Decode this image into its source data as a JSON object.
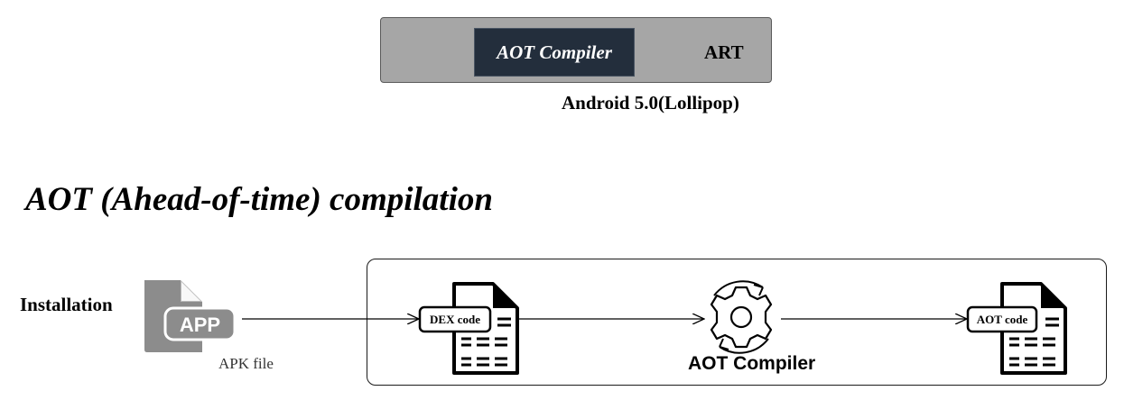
{
  "top": {
    "art_label": "ART",
    "aot_compiler_label": "AOT Compiler",
    "android_version": "Android 5.0(Lollipop)"
  },
  "section": {
    "title": "AOT (Ahead-of-time) compilation"
  },
  "flow": {
    "stage_label": "Installation",
    "apk_icon_text": "APP",
    "apk_caption": "APK file",
    "dex_label": "DEX code",
    "compiler_caption": "AOT Compiler",
    "aot_code_label": "AOT code"
  },
  "icons": [
    "apk-file-icon",
    "dex-document-icon",
    "gear-cycle-icon",
    "aot-document-icon"
  ],
  "colors": {
    "art_box": "#a6a6a6",
    "compiler_box": "#232e3c",
    "apk_icon": "#8c8c8c"
  }
}
